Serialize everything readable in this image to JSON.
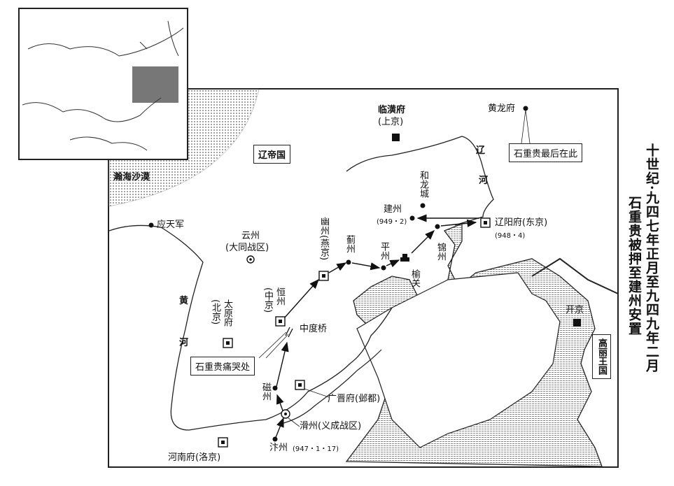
{
  "title": {
    "main": "十世纪·九四七年正月至九四九年二月",
    "sub": "石重贵被押至建州安置"
  },
  "regions": {
    "liao": "辽帝国",
    "desert": "瀚海沙漠",
    "goryeo": "高丽王国",
    "yellow_river": [
      "黄",
      "河"
    ],
    "liao_river": [
      "辽",
      "河"
    ]
  },
  "callouts": {
    "last_place": "石重贵最后在此",
    "weeping_place": "石重贵痛哭处"
  },
  "places": {
    "linhuang": {
      "name": "临潢府",
      "alt": "(上京)"
    },
    "huanglong": "黄龙府",
    "yingtian": "应天军",
    "yunzhou": {
      "name": "云州",
      "alt": "(大同战区)"
    },
    "youzhou": "幽州(燕京)",
    "jizhou": "蓟州",
    "pingzhou": "平州",
    "yuguan": "榆关",
    "jinzhou": "锦州",
    "jianzhou": {
      "name": "建州",
      "date": "(949・2)"
    },
    "helong": "和龙城",
    "liaoyang": {
      "name": "辽阳府(东京)",
      "date": "(948・4)"
    },
    "hengzhou": {
      "name": "恒州",
      "alt": "(中京)"
    },
    "zhongdu": "中度桥",
    "taiyuan": {
      "name": "太原府",
      "alt": "(北京)"
    },
    "cizhou": "磁州",
    "guangjin": "广晋府(邺都)",
    "huazhou": "滑州(义成战区)",
    "bianzhou": {
      "name": "汴州",
      "date": "(947・1・17)"
    },
    "henan": "河南府(洛京)",
    "kaijing": "开京"
  }
}
